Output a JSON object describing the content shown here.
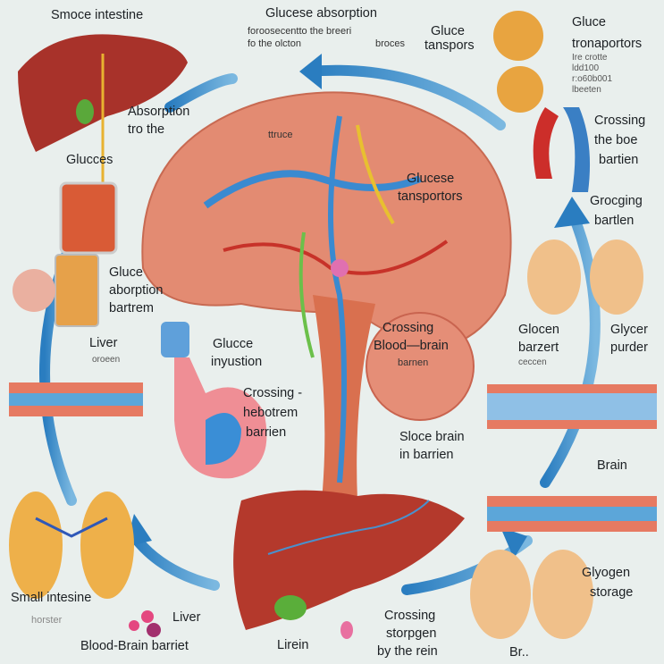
{
  "title": {
    "line1": "Glucese absorption",
    "line2": "foroosecentto the breeri",
    "line3": "fo the olcton",
    "line4": "broces"
  },
  "labels": {
    "top_left": "Smoce intestine",
    "top_gluce": "Gluce",
    "top_tanspors": "tanspors",
    "tr_gluce": "Gluce",
    "tr_transporters": "tronaportors",
    "tr_small": [
      "Ire crotte",
      "ldd100",
      "r:o60b001",
      "lbeeten"
    ],
    "absorption": "Absorption",
    "absorption2": "tro the",
    "gluces": "Glucces",
    "brain_ttruce": "ttruce",
    "crossing_r1": "Crossing",
    "crossing_r2": "the boe",
    "crossing_r3": "bartien",
    "brain_gluce": "Glucese",
    "brain_transporters": "tansportors",
    "grocging": "Grocging",
    "grocging2": "bartlen",
    "gluce_l1": "Gluce",
    "gluce_l2": "aborption",
    "gluce_l3": "bartrem",
    "liver_l": "Liver",
    "liver_l2": "oroeen",
    "glucce": "Glucce",
    "inyustion": "inyustion",
    "bbb1": "Crossing",
    "bbb2": "Blood—brain",
    "bbb3": "barnen",
    "glocen1": "Glocen",
    "glocen2": "barzert",
    "glocen3": "ceccen",
    "glycer1": "Glycer",
    "glycer2": "purder",
    "stomach1": "Crossing -",
    "stomach2": "hebotrem",
    "stomach3": "barrien",
    "sloce1": "Sloce brain",
    "sloce2": "in barrien",
    "brain_r": "Brain",
    "glyogen1": "Glyogen",
    "glyogen2": "storage",
    "small_int": "Small intesine",
    "horster": "horster",
    "liver_b": "Liver",
    "bbb_bottom": "Blood-Brain barriet",
    "lirein": "Lirein",
    "cross_b1": "Crossing",
    "cross_b2": "storpgen",
    "cross_b3": "by the rein",
    "br": "Br.."
  },
  "colors": {
    "arrow": "#2f86c6",
    "organ": "#b8392c",
    "brain": "#e4876a",
    "background": "#e9efed"
  }
}
